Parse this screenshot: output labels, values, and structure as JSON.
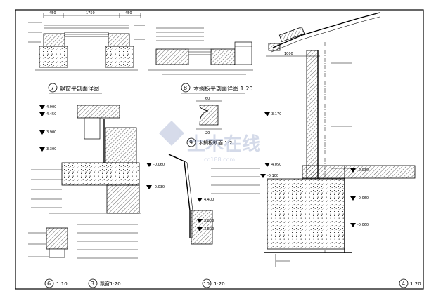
{
  "drawing": {
    "detail7_caption": "飘窗平剖面详图",
    "detail7_num": "7",
    "detail8_caption": "木搁板平剖面详图 1:20",
    "detail8_num": "8",
    "detail9_caption": "木搁板断面 1:2",
    "detail9_num": "9",
    "detail6_caption": "1:10",
    "detail6_num": "6",
    "detail3_caption": "飘窗1:20",
    "detail3_num": "3",
    "detail10_caption": "1:20",
    "detail10_num": "10",
    "detail4_caption": "1:20",
    "detail4_num": "4",
    "dims": {
      "d450a": "450",
      "d1750": "1750",
      "d450b": "450",
      "d1000": "1000",
      "d60": "60",
      "d20": "20"
    },
    "levels": {
      "l4450": "4.450",
      "l3900": "3.900",
      "l3300": "3.300",
      "l3170": "3.170",
      "lm030a": "-0.030",
      "l4900": "4.900",
      "lm060a": "-0.060",
      "l4050": "4.050",
      "lm060b": "-0.060",
      "l4400": "4.400",
      "l3800": "3.800",
      "l3500": "3.500",
      "lm100": "-0.100",
      "lm060c": "-0.060",
      "lm030b": "-0.030"
    },
    "watermark": "土木在线",
    "watermark_url": "co188.com"
  }
}
